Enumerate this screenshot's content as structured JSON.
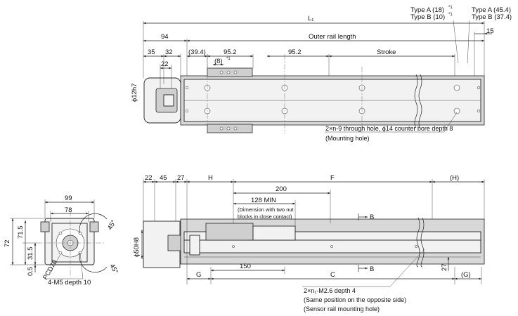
{
  "top_view": {
    "L1": "L₁",
    "type_a_left": "Type A (18)",
    "type_b_left": "Type B (10)",
    "asterisk": "*1",
    "type_a_right": "Type A (45.4)",
    "type_b_right": "Type B (37.4)",
    "dim_15": "15",
    "dim_94": "94",
    "outer_rail_length": "Outer rail length",
    "dim_35": "35",
    "dim_32": "32",
    "dim_39_4": "(39.4)",
    "dim_95_2_a": "95.2",
    "dim_95_2_b": "95.2",
    "stroke": "Stroke",
    "dim_22": "22",
    "dim_8": "(8)",
    "shaft_dia": "ϕ12h7",
    "hole_note_1": "2×n-9 through hole, ϕ14 counter bore depth 8",
    "hole_note_2": "(Mounting hole)"
  },
  "front_view": {
    "dim_22": "22",
    "dim_45": "45",
    "dim_27": "27",
    "dim_H": "H",
    "dim_F": "F",
    "dim_H_paren": "(H)",
    "dim_200": "200",
    "dim_128_min": "128 MIN",
    "dimension_note_1": "(Dimension with two nut",
    "dimension_note_2": "blocks in close contact)",
    "section_B_top": "B",
    "section_B_bottom": "B",
    "dia_50h8": "ϕ50H8",
    "dim_G": "G",
    "dim_150": "150",
    "dim_C": "C",
    "dim_G_paren": "(G)",
    "dim_27_vert": "27",
    "sensor_note_1": "2×n₁-M2.6 depth 4",
    "sensor_note_2": "(Same position on the opposite side)",
    "sensor_note_3": "(Sensor rail mounting hole)"
  },
  "end_view": {
    "dim_99": "99",
    "dim_78": "78",
    "dim_72": "72",
    "dim_71_5": "71.5",
    "dim_31_5": "31.5",
    "dim_0_5": "0.5",
    "pcd": "PCD70",
    "angle_top": "45°",
    "angle_bottom": "45°",
    "tap_note": "4-M5 depth 10"
  },
  "colors": {
    "line": "#222222",
    "fill_body": "#f2f2f2",
    "fill_rail": "#d8d8d8",
    "background": "#ffffff"
  }
}
